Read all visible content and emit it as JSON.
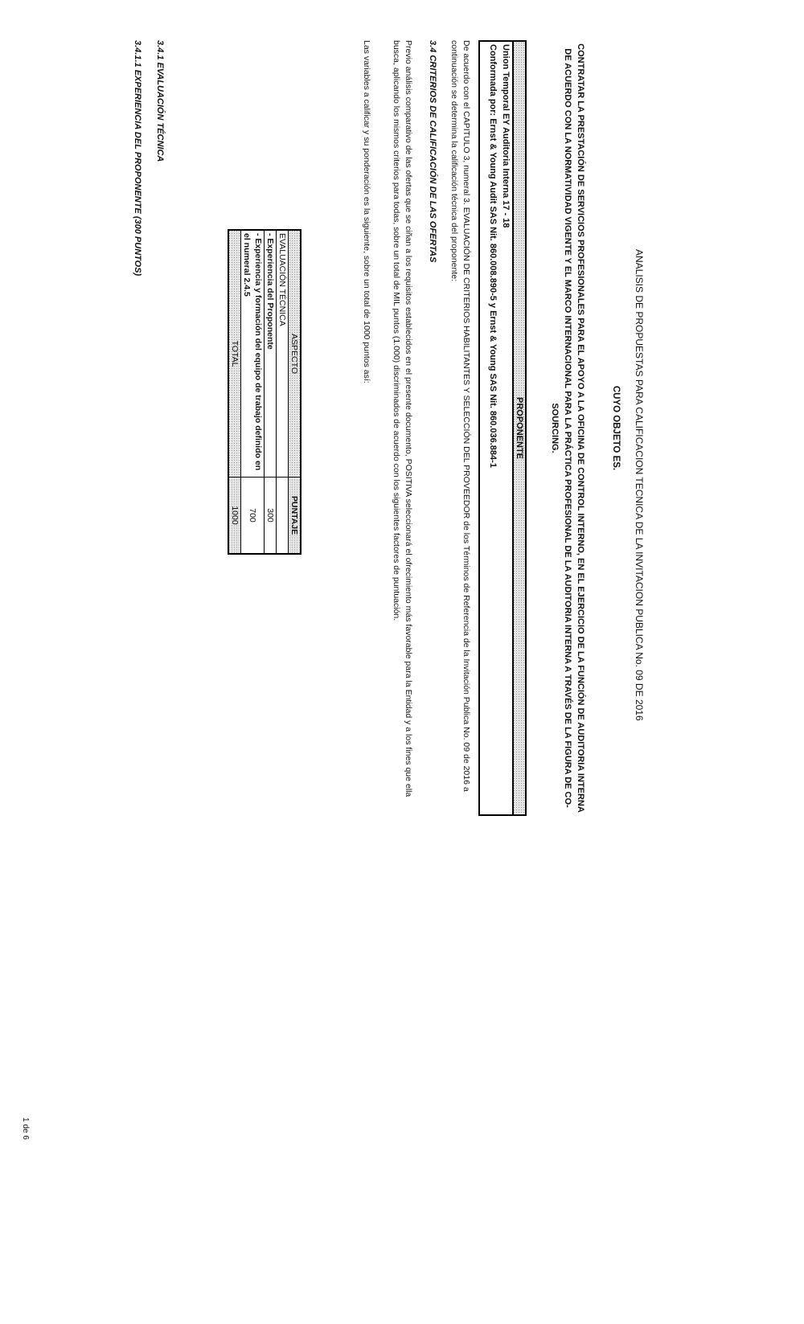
{
  "header": {
    "title": "ANALISIS DE PROPUESTAS PARA CALIFICACION TECNICA DE LA INVITACION PUBLICA No. 09 DE 2016",
    "subtitle": "CUYO OBJETO ES.",
    "object_text": "CONTRATAR LA PRESTACIÓN DE SERVICIOS PROFESIONALES PARA EL APOYO A LA OFICINA DE CONTROL INTERNO, EN EL EJERCICIO DE LA FUNCIÓN DE AUDITORIA INTERNA DE ACUERDO CON LA NORMATIVIDAD VIGENTE Y EL MARCO INTERNACIONAL PARA LA PRÁCTICA PROFESIONAL DE LA AUDITORIA INTERNA A TRAVÉS DE LA FIGURA DE CO-SOURCING."
  },
  "proponent": {
    "header": "PROPONENTE",
    "name": "Union Temporal EY Auditoria Interna 17 - 18",
    "members": "Conformada por: Ernst & Young Audit SAS Nit. 860.008.890-5 y Ernst & Young SAS Nit. 860.036.884-1"
  },
  "intro": "De acuerdo con el CAPITULO 3, numeral 3. EVALUACIÓN DE CRITERIOS HABILITANTES Y SELECCIÓN DEL PROVEEDOR de los Términos de Referencia de la Invitación Publica No. 09 de 2016 a continuación se determina la calificación técnica del proponente:",
  "section_3_4": "3.4 CRITERIOS DE CALIFICACIÓN DE LAS OFERTAS",
  "criteria_text": "Previo análisis comparativo de las ofertas que se ciñan a los requisitos establecidos en el presente documento, POSITIVA seleccionará el ofrecimiento más favorable para la Entidad y a los fines que ella busca, aplicando los mismos criterios para todas, sobre un total de MIL puntos (1.000) discriminados de acuerdo con los siguientes factores de puntuación.",
  "variables_text": "Las variables a calificar y su ponderación es la siguiente, sobre un total de 1000 puntos así:",
  "score_table": {
    "headers": [
      "ASPECTO",
      "PUNTAJE"
    ],
    "section": "EVALUACIÓN TÉCNICA",
    "rows": [
      {
        "aspect": "- Experiencia del Proponente",
        "score": "300"
      },
      {
        "aspect": "- Experiencia y formación del equipo de trabajo definido en el numeral 2.4.5",
        "score": "700"
      }
    ],
    "total_label": "TOTAL",
    "total_value": "1000"
  },
  "section_3_4_1": "3.4.1 EVALUACIÓN TÉCNICA",
  "section_3_4_1_1": "3.4.1.1 EXPERIENCIA DEL PROPONENTE (300 PUNTOS)",
  "footer": {
    "page": "1 de 6"
  }
}
